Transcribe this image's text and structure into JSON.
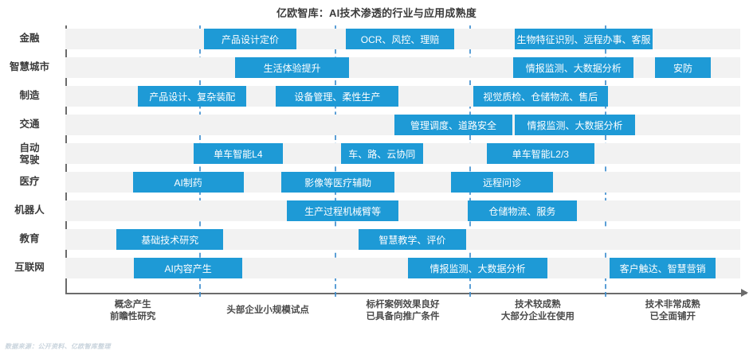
{
  "chart_data": {
    "type": "bar",
    "title": "亿欧智库：AI技术渗透的行业与应用成熟度",
    "xlabel": "",
    "ylabel": "",
    "grid": true,
    "legend": "none",
    "orientation": "horizontal",
    "axis_range": [
      0,
      5
    ],
    "stage_ticks": [
      1,
      2,
      3,
      4
    ],
    "stages": [
      {
        "id": "s1",
        "line1": "概念产生",
        "line2": "前瞻性研究",
        "center": 0.5
      },
      {
        "id": "s2",
        "line1": "头部企业小规模试点",
        "line2": "",
        "center": 1.5
      },
      {
        "id": "s3",
        "line1": "标杆案例效果良好",
        "line2": "已具备向推广条件",
        "center": 2.5
      },
      {
        "id": "s4",
        "line1": "技术较成熟",
        "line2": "大部分企业在使用",
        "center": 3.5
      },
      {
        "id": "s5",
        "line1": "技术非常成熟",
        "line2": "已全面铺开",
        "center": 4.5
      }
    ],
    "categories": [
      "金融",
      "智慧城市",
      "制造",
      "交通",
      "自动\n驾驶",
      "医疗",
      "机器人",
      "教育",
      "互联网"
    ],
    "rows": [
      {
        "category": "金融",
        "label_line1": "金融",
        "label_line2": "",
        "items": [
          {
            "text": "产品设计定价",
            "start": 1.03,
            "end": 1.71
          },
          {
            "text": "OCR、风控、理赔",
            "start": 2.08,
            "end": 2.88
          },
          {
            "text": "生物特征识别、远程办事、客服",
            "start": 3.33,
            "end": 4.35
          }
        ]
      },
      {
        "category": "智慧城市",
        "label_line1": "智慧城市",
        "label_line2": "",
        "items": [
          {
            "text": "生活体验提升",
            "start": 1.26,
            "end": 2.1
          },
          {
            "text": "情报监测、大数据分析",
            "start": 3.32,
            "end": 4.21
          },
          {
            "text": "安防",
            "start": 4.37,
            "end": 4.78
          }
        ]
      },
      {
        "category": "制造",
        "label_line1": "制造",
        "label_line2": "",
        "items": [
          {
            "text": "产品设计、复杂装配",
            "start": 0.54,
            "end": 1.34
          },
          {
            "text": "设备管理、柔性生产",
            "start": 1.56,
            "end": 2.47
          },
          {
            "text": "视觉质检、仓储物流、售后",
            "start": 3.02,
            "end": 4.02
          }
        ]
      },
      {
        "category": "交通",
        "label_line1": "交通",
        "label_line2": "",
        "items": [
          {
            "text": "管理调度、道路安全",
            "start": 2.44,
            "end": 3.31
          },
          {
            "text": "情报监测、大数据分析",
            "start": 3.33,
            "end": 4.22
          }
        ]
      },
      {
        "category": "自动驾驶",
        "label_line1": "自动",
        "label_line2": "驾驶",
        "items": [
          {
            "text": "单车智能L4",
            "start": 0.95,
            "end": 1.61
          },
          {
            "text": "车、路、云协同",
            "start": 2.04,
            "end": 2.65
          },
          {
            "text": "单车智能L2/3",
            "start": 3.12,
            "end": 3.92
          }
        ]
      },
      {
        "category": "医疗",
        "label_line1": "医疗",
        "label_line2": "",
        "items": [
          {
            "text": "AI制药",
            "start": 0.5,
            "end": 1.32
          },
          {
            "text": "影像等医疗辅助",
            "start": 1.6,
            "end": 2.44
          },
          {
            "text": "远程问诊",
            "start": 2.86,
            "end": 3.61
          }
        ]
      },
      {
        "category": "机器人",
        "label_line1": "机器人",
        "label_line2": "",
        "items": [
          {
            "text": "生产过程机械臂等",
            "start": 1.64,
            "end": 2.47
          },
          {
            "text": "仓储物流、服务",
            "start": 2.98,
            "end": 3.79
          }
        ]
      },
      {
        "category": "教育",
        "label_line1": "教育",
        "label_line2": "",
        "items": [
          {
            "text": "基础技术研究",
            "start": 0.38,
            "end": 1.17
          },
          {
            "text": "智慧教学、评价",
            "start": 2.17,
            "end": 2.97
          }
        ]
      },
      {
        "category": "互联网",
        "label_line1": "互联网",
        "label_line2": "",
        "items": [
          {
            "text": "AI内容产生",
            "start": 0.51,
            "end": 1.31
          },
          {
            "text": "情报监测、大数据分析",
            "start": 2.54,
            "end": 3.57
          },
          {
            "text": "客户触达、智慧营销",
            "start": 4.03,
            "end": 4.82
          }
        ]
      }
    ],
    "colors": {
      "bar": "#1e9ad6",
      "band": "#f2f2f2",
      "gridline": "#3f8fd0",
      "axis": "#6b6b6b",
      "title_text": "#3b3b3b",
      "bar_text": "#ffffff",
      "source_text": "#c9d4dd"
    }
  },
  "footer": {
    "source": "数据来源：公开资料、亿欧智库整理"
  }
}
